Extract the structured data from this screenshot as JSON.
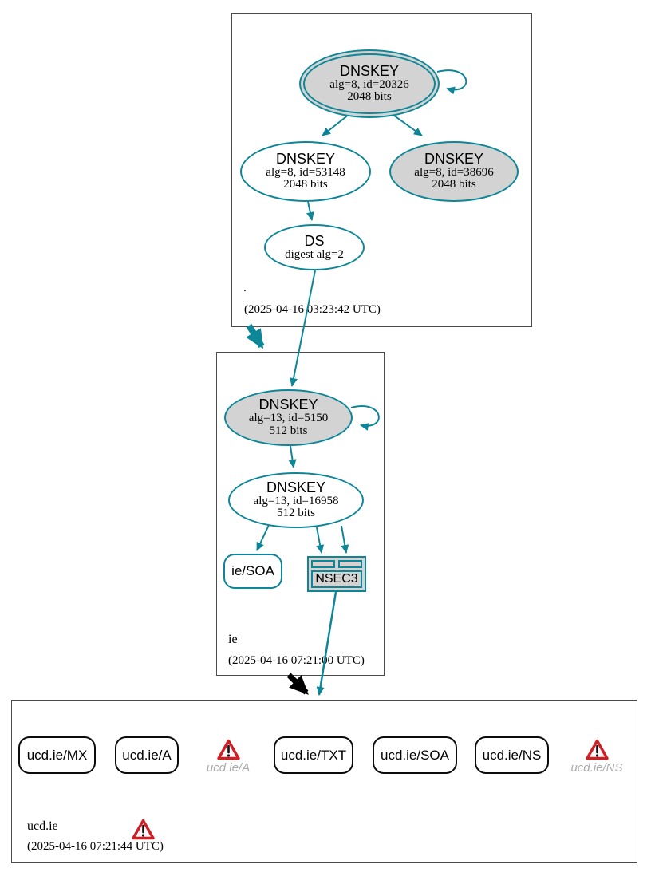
{
  "colors": {
    "teal": "#0d8698",
    "gray_fill": "#d3d3d3",
    "node_border_black": "#0b0b0b",
    "warn_red": "#cb2026",
    "muted_label": "#ababab"
  },
  "zones": {
    "root": {
      "label": ".",
      "timestamp": "(2025-04-16 03:23:42 UTC)",
      "ksk": {
        "title": "DNSKEY",
        "line1": "alg=8, id=20326",
        "line2": "2048 bits"
      },
      "zsk": {
        "title": "DNSKEY",
        "line1": "alg=8, id=53148",
        "line2": "2048 bits"
      },
      "key2": {
        "title": "DNSKEY",
        "line1": "alg=8, id=38696",
        "line2": "2048 bits"
      },
      "ds": {
        "title": "DS",
        "line1": "digest alg=2"
      }
    },
    "ie": {
      "label": "ie",
      "timestamp": "(2025-04-16 07:21:00 UTC)",
      "ksk": {
        "title": "DNSKEY",
        "line1": "alg=13, id=5150",
        "line2": "512 bits"
      },
      "zsk": {
        "title": "DNSKEY",
        "line1": "alg=13, id=16958",
        "line2": "512 bits"
      },
      "soa": {
        "label": "ie/SOA"
      },
      "nsec3": {
        "label": "NSEC3"
      }
    },
    "ucd": {
      "label": "ucd.ie",
      "timestamp": "(2025-04-16 07:21:44 UTC)",
      "rrsets": [
        "ucd.ie/MX",
        "ucd.ie/A",
        "ucd.ie/TXT",
        "ucd.ie/SOA",
        "ucd.ie/NS"
      ],
      "warnings": [
        {
          "label": "ucd.ie/A"
        },
        {
          "label": "ucd.ie/NS"
        }
      ]
    }
  }
}
